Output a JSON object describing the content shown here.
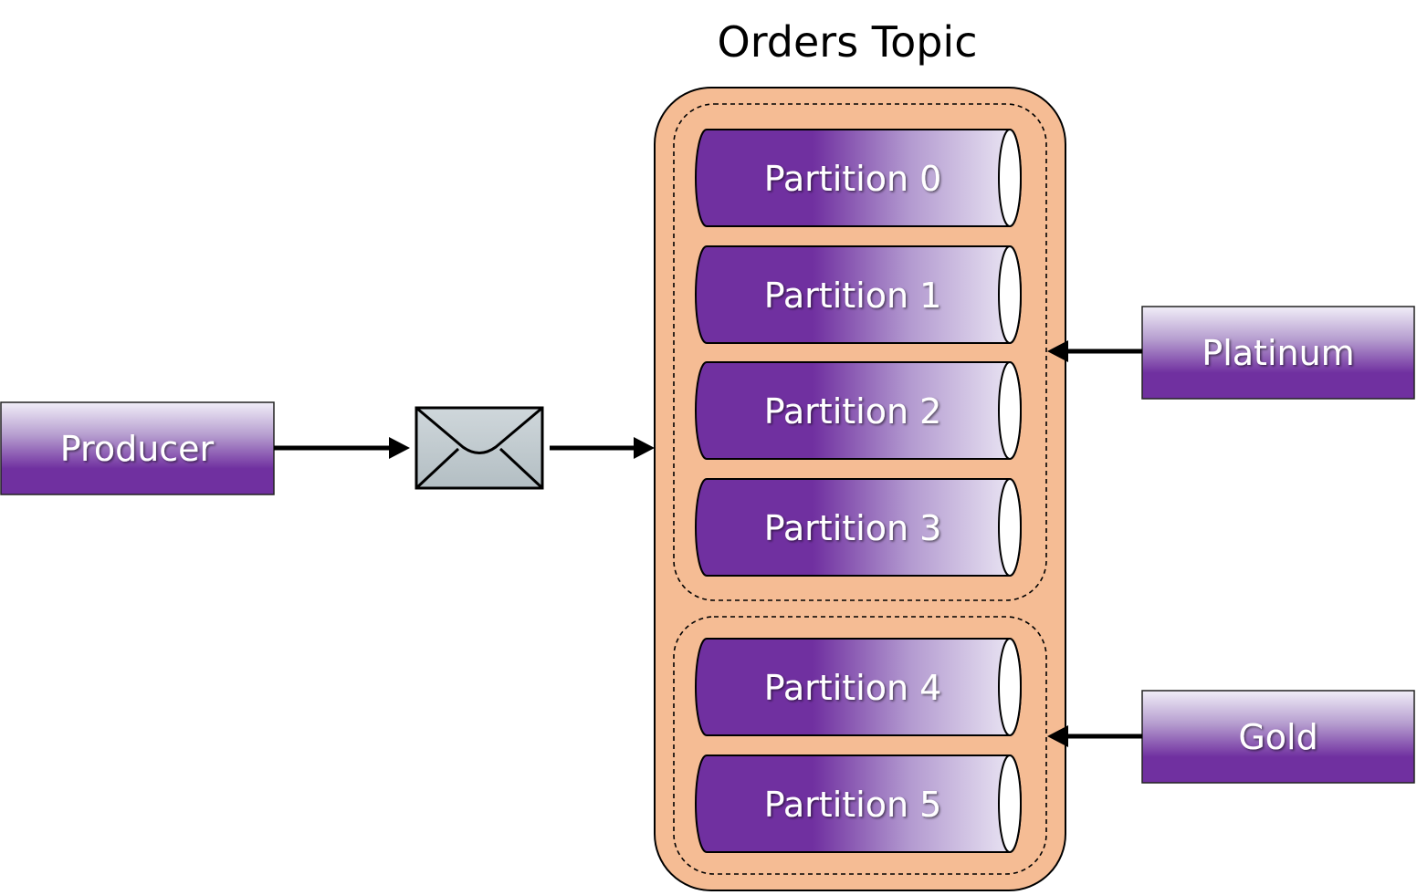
{
  "title": "Orders Topic",
  "producer": {
    "label": "Producer"
  },
  "partitions": [
    {
      "label": "Partition 0"
    },
    {
      "label": "Partition 1"
    },
    {
      "label": "Partition 2"
    },
    {
      "label": "Partition 3"
    },
    {
      "label": "Partition 4"
    },
    {
      "label": "Partition 5"
    }
  ],
  "consumers": [
    {
      "label": "Platinum"
    },
    {
      "label": "Gold"
    }
  ],
  "message_icon": "envelope-icon",
  "colors": {
    "purple_dark": "#7030a0",
    "purple_light": "#eae6f4",
    "topic_fill": "#f5bc94",
    "envelope_fill": "#c2ccd1",
    "arrow": "#000000"
  }
}
